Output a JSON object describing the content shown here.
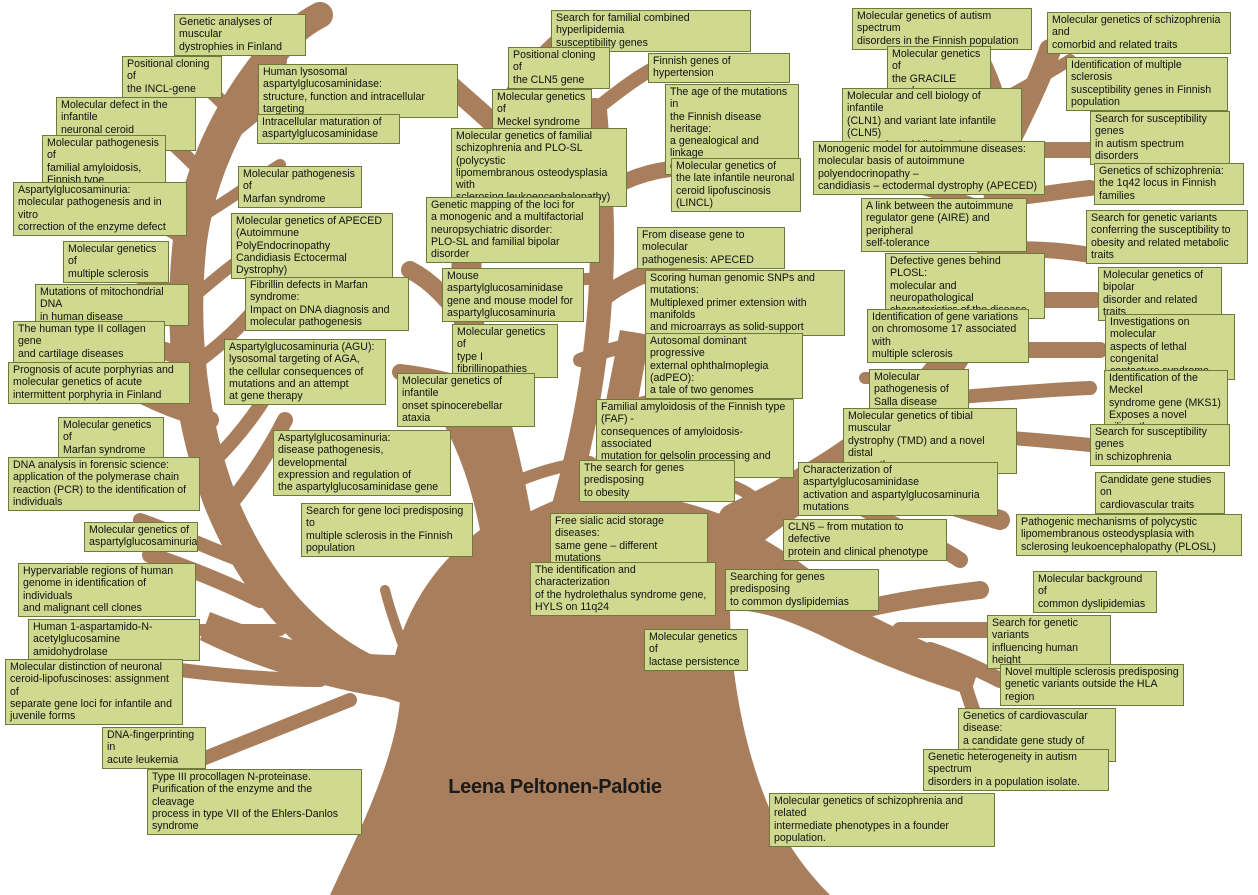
{
  "title": "Leena Peltonen-Palotie",
  "colors": {
    "trunk": "#a87e5c",
    "box_fill": "#cfd98f",
    "box_border": "#6f7a3a"
  },
  "boxes": [
    "Genetic analyses of muscular\ndystrophies in Finland",
    "Positional cloning of\nthe INCL-gene",
    "Human lysosomal aspartylglucosaminidase:\nstructure, function and intracellular targeting",
    "Molecular defect in the infantile\nneuronal ceroid lipofuscinosis",
    "Intracellular maturation of\naspartylglucosaminidase",
    "Molecular pathogenesis of\nfamilial amyloidosis,\nFinnish type",
    "Molecular pathogenesis of\nMarfan syndrome",
    "Aspartylglucosaminuria:\nmolecular pathogenesis and in vitro\ncorrection of the enzyme defect",
    "Molecular genetics of APECED\n(Autoimmune PolyEndocrinopathy\nCandidiasis Ectocermal Dystrophy)",
    "Molecular genetics of\nmultiple sclerosis",
    "Mutations of mitochondrial DNA\nin human disease",
    "Fibrillin defects in Marfan syndrome:\nImpact on DNA diagnosis and\nmolecular pathogenesis",
    "The human type II collagen gene\nand cartilage diseases",
    "Aspartylglucosaminuria (AGU):\nlysosomal targeting of AGA,\nthe cellular consequences of\nmutations and an attempt\nat gene therapy",
    "Prognosis of acute porphyrias and\nmolecular genetics of acute\nintermittent porphyria in Finland",
    "Molecular genetics of\nMarfan syndrome",
    "Aspartylglucosaminuria:\ndisease pathogenesis, developmental\nexpression and regulation of\nthe aspartylglucosaminidase gene",
    "DNA analysis in forensic science:\napplication of the polymerase chain\nreaction (PCR) to the identification of\nindividuals",
    "Search for gene loci predisposing to\nmultiple sclerosis in the Finnish\npopulation",
    "Molecular genetics of\naspartylglucosaminuria",
    "Hypervariable regions of human\ngenome in identification of individuals\nand malignant cell clones",
    "Human 1-aspartamido-N-\nacetylglucosamine amidohydrolase",
    "Molecular distinction of neuronal\nceroid-lipofuscinoses: assignment of\nseparate gene loci for infantile and\njuvenile forms",
    "DNA-fingerprinting in\nacute leukemia",
    "Type III procollagen N-proteinase.\nPurification of the enzyme and the cleavage\nprocess in type VII of the Ehlers-Danlos\nsyndrome",
    "Search for familial combined hyperlipidemia\nsusceptibility genes",
    "Positional cloning of\nthe CLN5 gene",
    "Finnish genes of hypertension",
    "Molecular genetics of\nMeckel syndrome",
    "The age of the mutations in\nthe Finnish disease heritage:\na genealogical and linkage\ndisequilibrium study",
    "Molecular genetics of familial\nschizophrenia and PLO-SL (polycystic\nlipomembranous osteodysplasia with\nsclerosing leukoencephalopathy)",
    "Molecular genetics of\nthe late infantile neuronal\nceroid lipofuscinosis (LINCL)",
    "Genetic mapping of the loci for\na monogenic  and a multifactorial\nneuropsychiatric disorder:\nPLO-SL and familial bipolar disorder",
    "From disease gene to molecular\npathogenesis: APECED",
    "Mouse aspartylglucosaminidase\ngene and mouse model for\naspartylglucosaminuria",
    "Scoring human genomic SNPs and mutations:\nMultiplexed primer extension with manifolds\nand microarrays as solid-support",
    "Molecular genetics of\ntype I fibrillinopathies",
    "Autosomal dominant progressive\nexternal ophthalmoplegia (adPEO):\na tale of two genomes",
    "Molecular genetics of infantile\nonset spinocerebellar ataxia",
    "Familial amyloidosis of the Finnish type (FAF) -\nconsequences of amyloidosis-associated\nmutation for gelsolin processing and function",
    "The search for genes predisposing\nto obesity",
    "Free sialic acid storage diseases:\nsame gene – different mutations",
    "The identification and characterization\nof the hydrolethalus syndrome gene,\nHYLS on 11q24",
    "Searching for genes predisposing\nto common dyslipidemias",
    "Molecular genetics of\nlactase persistence",
    "Molecular genetics of autism spectrum\ndisorders in the Finnish population",
    "Molecular genetics of schizophrenia and\ncomorbid and related traits",
    "Molecular genetics of\nthe GRACILE syndrome",
    "Identification of multiple sclerosis\nsusceptibility genes in Finnish\npopulation",
    "Molecular and cell biology of infantile\n(CLN1) and variant late infantile (CLN5)\nneuronal ceroid lipofuscinoses",
    "Search for susceptibility genes\nin autism spectrum disorders",
    "Monogenic model for autoimmune diseases:\nmolecular basis of autoimmune polyendocrinopathy –\ncandidiasis – ectodermal dystrophy (APECED)",
    "Genetics of schizophrenia:\nthe 1q42 locus in Finnish families",
    "A link between the autoimmune\nregulator gene (AIRE) and peripheral\nself-tolerance",
    "Search for genetic variants\nconferring the susceptibility to\nobesity and related metabolic traits",
    "Defective genes behind PLOSL:\nmolecular and neuropathological\ncharacteristics of the disease",
    "Molecular genetics of bipolar\ndisorder and related traits",
    "Identification of gene variations\non chromosome 17 associated with\nmultiple sclerosis",
    "Investigations on molecular\naspects of lethal congenital\ncontacture syndrome",
    "Molecular pathogenesis of\nSalla disease",
    "Identification of the Meckel\nsyndrome gene (MKS1)\nExposes a novel ciliopathy",
    "Molecular genetics of tibial muscular\ndystrophy (TMD) and a novel distal\nmyopathy",
    "Search for susceptibility genes\nin schizophrenia",
    "Characterization of aspartylglucosaminidase\nactivation and aspartylglucosaminuria\nmutations",
    "Candidate gene studies on\ncardiovascular traits",
    "CLN5 – from mutation to defective\nprotein and clinical phenotype",
    "Pathogenic mechanisms of polycystic\nlipomembranous osteodysplasia with\nsclerosing leukoencephalopathy (PLOSL)",
    "Molecular background of\ncommon dyslipidemias",
    "Search for genetic variants\ninfluencing human height",
    "Novel multiple sclerosis predisposing\ngenetic variants outside the HLA region",
    "Genetics of cardiovascular disease:\na candidate gene study of USF1.",
    "Genetic heterogeneity in autism spectrum\ndisorders in a population isolate.",
    "Molecular genetics of schizophrenia and related\nintermediate phenotypes in a founder population."
  ]
}
